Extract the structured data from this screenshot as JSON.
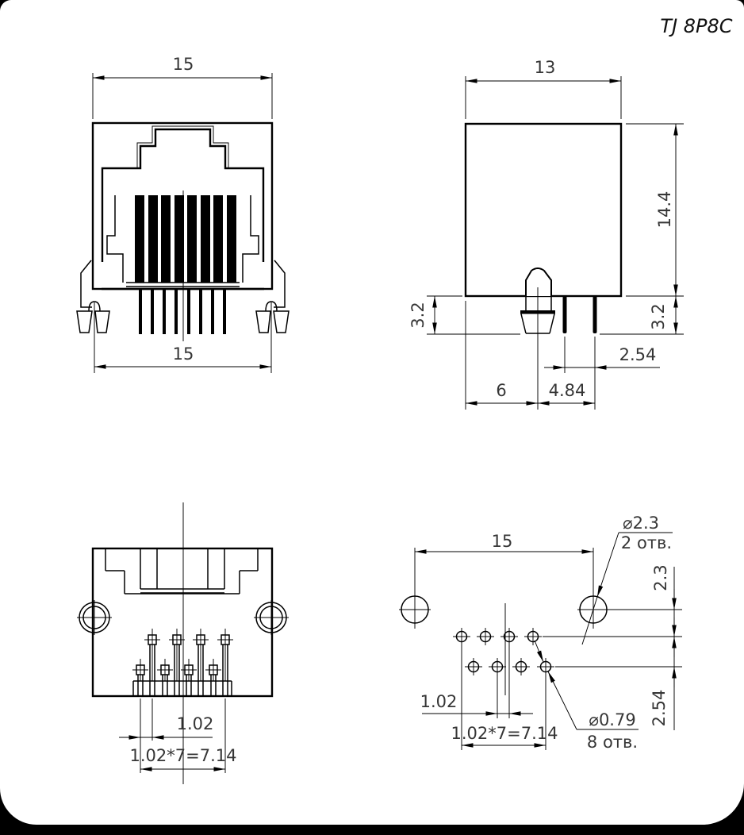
{
  "page": {
    "title": "TJ 8P8C"
  },
  "front_view": {
    "dim_width_top": "15",
    "dim_mount_span_bottom": "15"
  },
  "side_view": {
    "dim_body_width": "13",
    "dim_body_height": "14.4",
    "dim_standoff_left": "3.2",
    "dim_pin_length_right": "3.2",
    "dim_pin_pitch": "2.54",
    "dim_face_to_latch": "6",
    "dim_latch_to_pin": "4.84"
  },
  "bottom_view": {
    "dim_row_stagger": "1.02",
    "dim_pin_span": "1.02*7=7.14"
  },
  "footprint_view": {
    "dim_mount_hole_span": "15",
    "dim_mount_to_row1": "2.3",
    "dim_row_to_row": "2.54",
    "dim_row_stagger": "1.02",
    "dim_pin_span": "1.02*7=7.14",
    "mount_hole_dia": "⌀2.3",
    "mount_hole_qty": "2 отв.",
    "pin_hole_dia": "⌀0.79",
    "pin_hole_qty": "8 отв."
  }
}
